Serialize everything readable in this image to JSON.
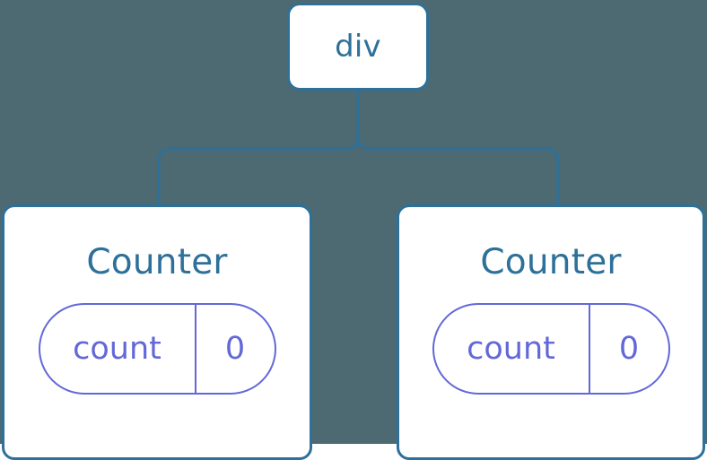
{
  "diagram": {
    "type": "component-tree",
    "background_color": "#4d6a73",
    "node_border_color": "#2d7099",
    "node_text_color": "#2d7099",
    "state_pill_color": "#6368d8",
    "connector_color": "#2d7099"
  },
  "root": {
    "label": "div"
  },
  "children": [
    {
      "label": "Counter",
      "state": {
        "key": "count",
        "value": "0"
      }
    },
    {
      "label": "Counter",
      "state": {
        "key": "count",
        "value": "0"
      }
    }
  ]
}
